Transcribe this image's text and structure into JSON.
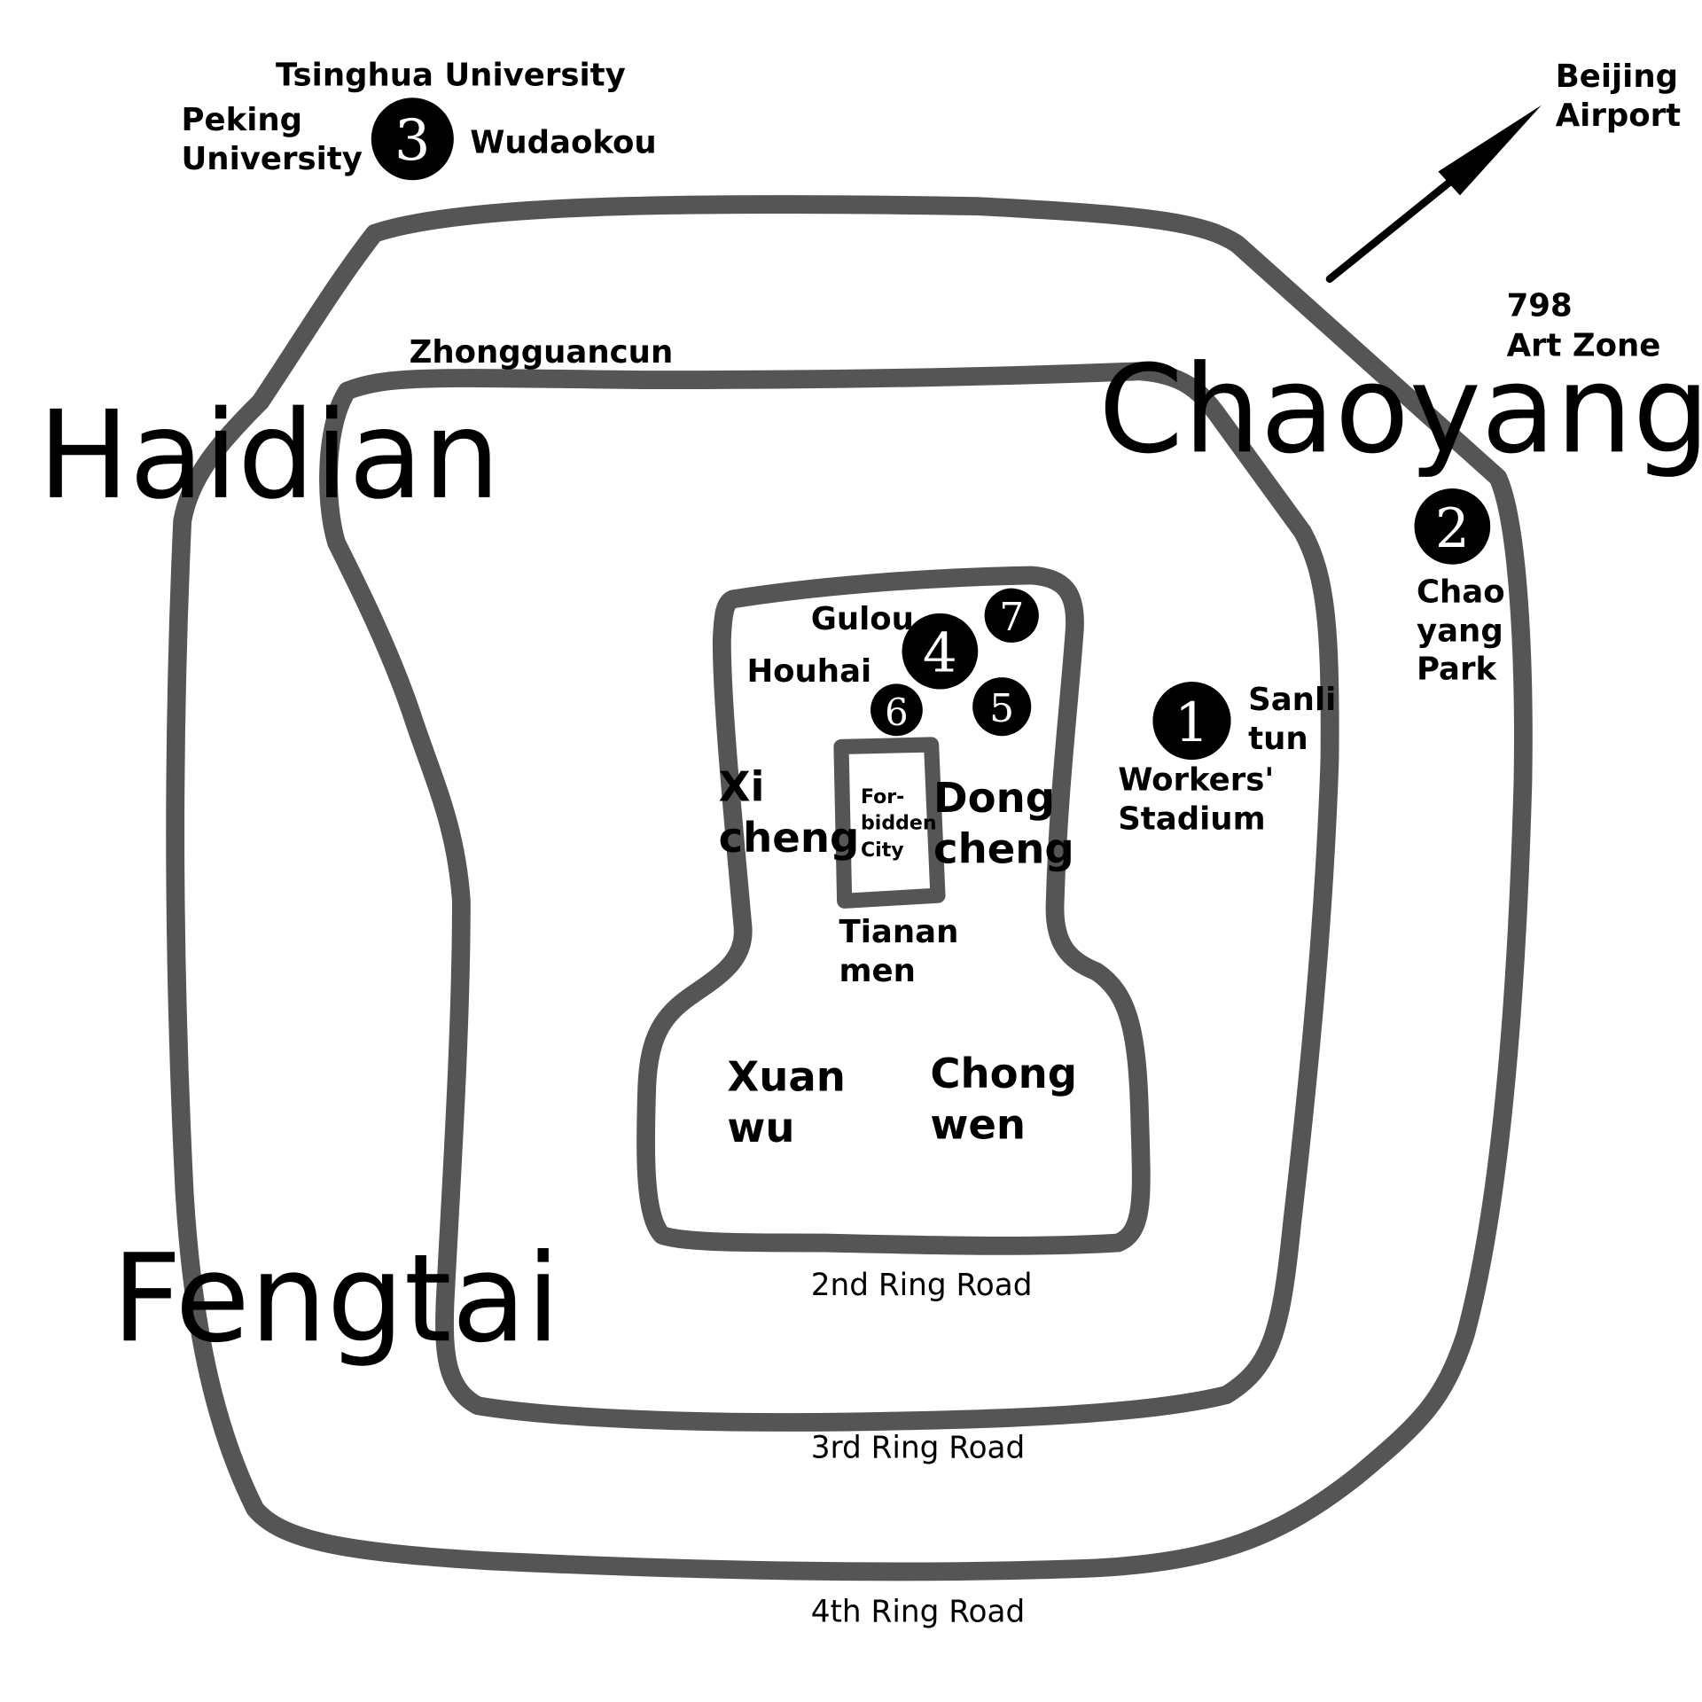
{
  "districts": {
    "haidian": "Haidian",
    "chaoyang": "Chaoyang",
    "fengtai": "Fengtai",
    "xicheng": [
      "Xi",
      "cheng"
    ],
    "dongcheng": [
      "Dong",
      "cheng"
    ],
    "xuanwu": [
      "Xuan",
      "wu"
    ],
    "chongwen": [
      "Chong",
      "wen"
    ]
  },
  "places": {
    "tsinghua": "Tsinghua University",
    "peking": [
      "Peking",
      "University"
    ],
    "wudaokou": "Wudaokou",
    "airport": [
      "Beijing",
      "Airport"
    ],
    "art_zone": [
      "798",
      "Art Zone"
    ],
    "zhongguancun": "Zhongguancun",
    "chaoyang_park": [
      "Chao",
      "yang",
      "Park"
    ],
    "gulou": "Gulou",
    "houhai": "Houhai",
    "sanlitun": [
      "Sanli",
      "tun"
    ],
    "workers_stadium": [
      "Workers'",
      "Stadium"
    ],
    "forbidden_city": [
      "For-",
      "bidden",
      "City"
    ],
    "tiananmen": [
      "Tianan",
      "men"
    ]
  },
  "roads": {
    "ring2": "2nd Ring Road",
    "ring3": "3rd Ring Road",
    "ring4": "4th Ring Road"
  },
  "markers": [
    "1",
    "2",
    "3",
    "4",
    "5",
    "6",
    "7"
  ],
  "colors": {
    "ring": "#555555",
    "marker": "#000000"
  }
}
